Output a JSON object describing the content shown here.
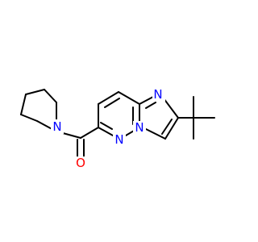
{
  "molecule": {
    "atoms": {
      "n_pyrrolidine": {
        "symbol": "N",
        "color": "#0000FF"
      },
      "o_carbonyl": {
        "symbol": "O",
        "color": "#FF0000"
      },
      "n_ring_upper": {
        "symbol": "N",
        "color": "#0000FF"
      },
      "n_ring_bridge": {
        "symbol": "N",
        "color": "#0000FF"
      },
      "n_ring_lower": {
        "symbol": "N",
        "color": "#0000FF"
      }
    },
    "colors": {
      "bond": "#000000",
      "background": "#FFFFFF"
    }
  }
}
